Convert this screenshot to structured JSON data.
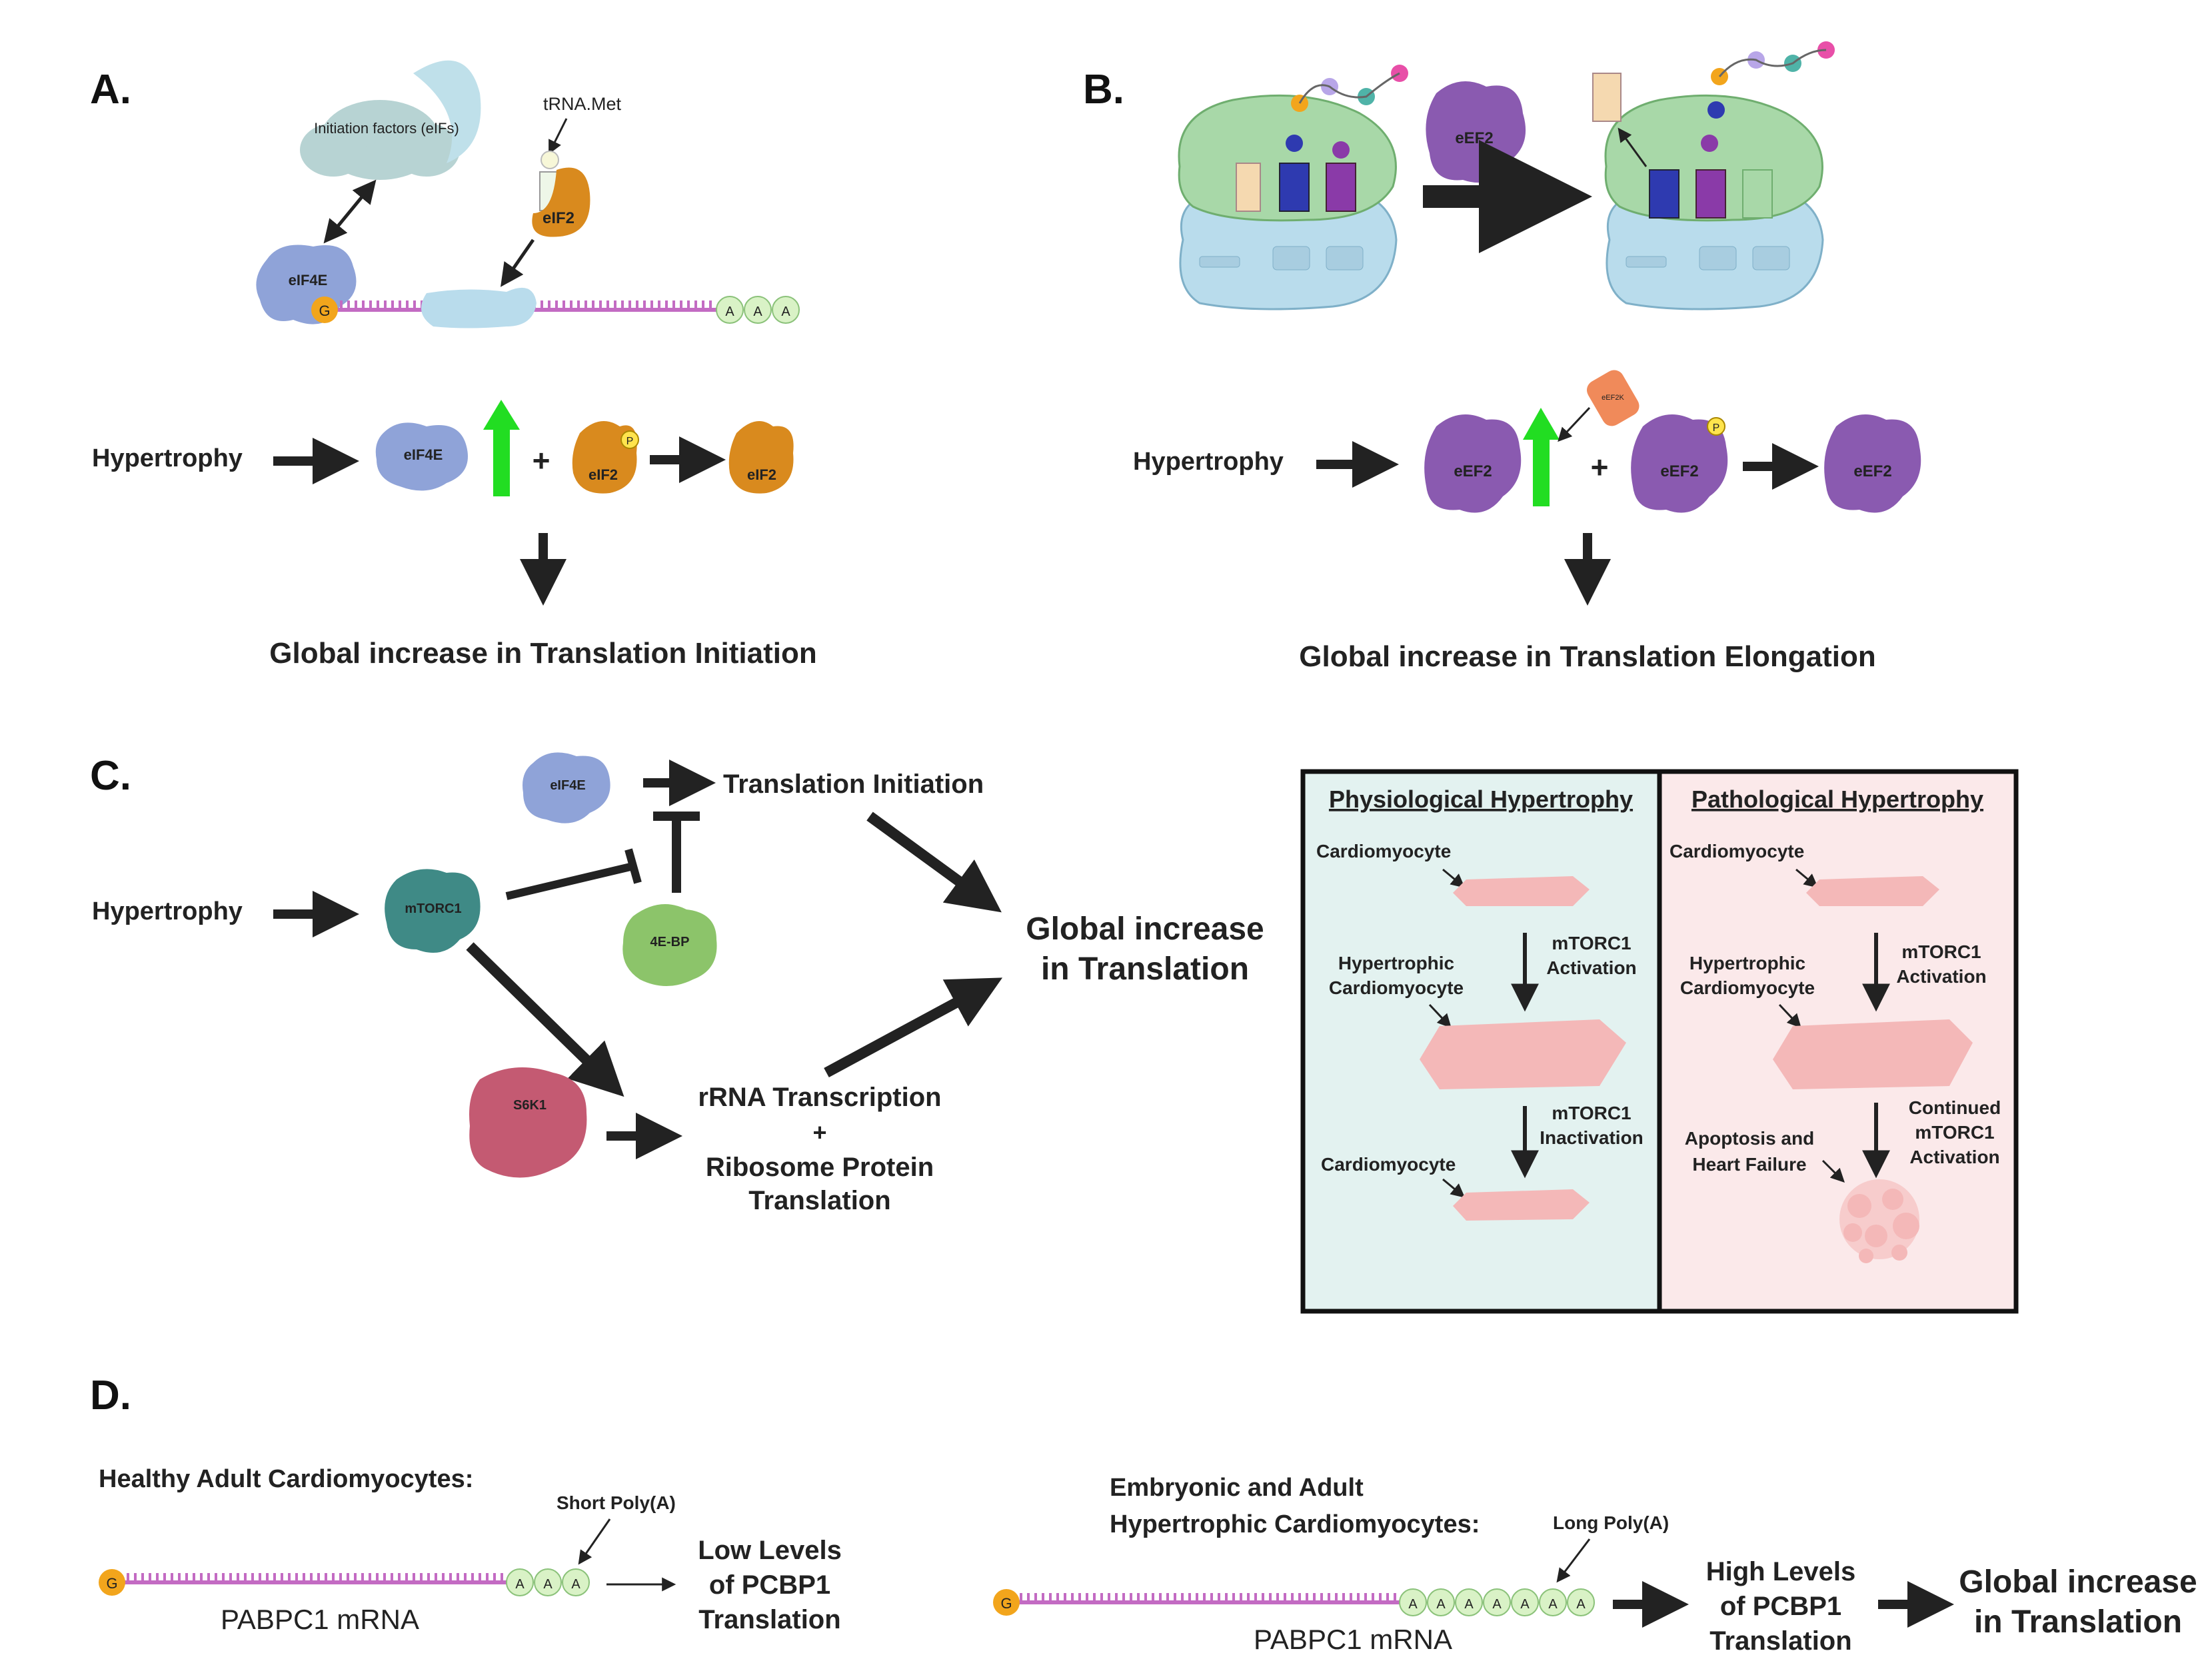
{
  "panels": {
    "a": "A.",
    "b": "B.",
    "c": "C.",
    "d": "D."
  },
  "panel_a": {
    "trna_label": "tRNA.Met",
    "initiation_factors": "Initiation factors (eIFs)",
    "eif2": "eIF2",
    "eif4e": "eIF4E",
    "cap": "G",
    "polya": "A",
    "hypertrophy": "Hypertrophy",
    "plus": "+",
    "phospho": "P",
    "result": "Global increase in Translation Initiation"
  },
  "panel_b": {
    "eef2": "eEF2",
    "kinase": "eEF2K",
    "hypertrophy": "Hypertrophy",
    "plus": "+",
    "phospho": "P",
    "result": "Global increase in Translation Elongation"
  },
  "panel_c": {
    "hypertrophy": "Hypertrophy",
    "mtorc1": "mTORC1",
    "eif4e": "eIF4E",
    "fourebp": "4E-BP",
    "s6k1": "S6K1",
    "translation_initiation": "Translation Initiation",
    "global_line1": "Global increase",
    "global_line2": "in Translation",
    "rrna_line1": "rRNA Transcription",
    "rrna_plus": "+",
    "rrna_line2": "Ribosome Protein",
    "rrna_line3": "Translation",
    "physio": {
      "title": "Physiological Hypertrophy",
      "cardiomyocyte_1": "Cardiomyocyte",
      "activation_1": "mTORC1",
      "activation_2": "Activation",
      "hyper_1": "Hypertrophic",
      "hyper_2": "Cardiomyocyte",
      "inactivation_1": "mTORC1",
      "inactivation_2": "Inactivation",
      "cardiomyocyte_2": "Cardiomyocyte"
    },
    "patho": {
      "title": "Pathological Hypertrophy",
      "cardiomyocyte_1": "Cardiomyocyte",
      "activation_1": "mTORC1",
      "activation_2": "Activation",
      "hyper_1": "Hypertrophic",
      "hyper_2": "Cardiomyocyte",
      "continued_1": "Continued",
      "continued_2": "mTORC1",
      "continued_3": "Activation",
      "apoptosis_1": "Apoptosis and",
      "apoptosis_2": "Heart Failure"
    },
    "colors": {
      "physio_bg": "#e3f2f0",
      "patho_bg": "#fbe9ea"
    }
  },
  "panel_d": {
    "healthy_title": "Healthy Adult Cardiomyocytes:",
    "short_polya": "Short Poly(A)",
    "mrna_label": "PABPC1 mRNA",
    "low_1": "Low Levels",
    "low_2": "of PCBP1",
    "low_3": "Translation",
    "embryonic_1": "Embryonic and Adult",
    "embryonic_2": "Hypertrophic Cardiomyocytes:",
    "long_polya": "Long Poly(A)",
    "high_1": "High Levels",
    "high_2": "of PCBP1",
    "high_3": "Translation",
    "global_1": "Global increase",
    "global_2": "in Translation",
    "cap": "G",
    "polya": "A"
  },
  "colors": {
    "arrow": "#222222",
    "up_arrow": "#22dd22",
    "eif4e": "#8fa3d8",
    "eif2": "#d98a1e",
    "eef2": "#8a5ab0",
    "mtorc1": "#3f8a86",
    "fourebp": "#8cc46a",
    "s6k1": "#c45a72",
    "mrna": "#c36bc3",
    "polya": "#d9f2c6",
    "cap": "#f2a51c",
    "ribosome_small": "#b9dcec",
    "ribosome_large": "#a8d8a8",
    "cell": "#f4b8b8"
  }
}
